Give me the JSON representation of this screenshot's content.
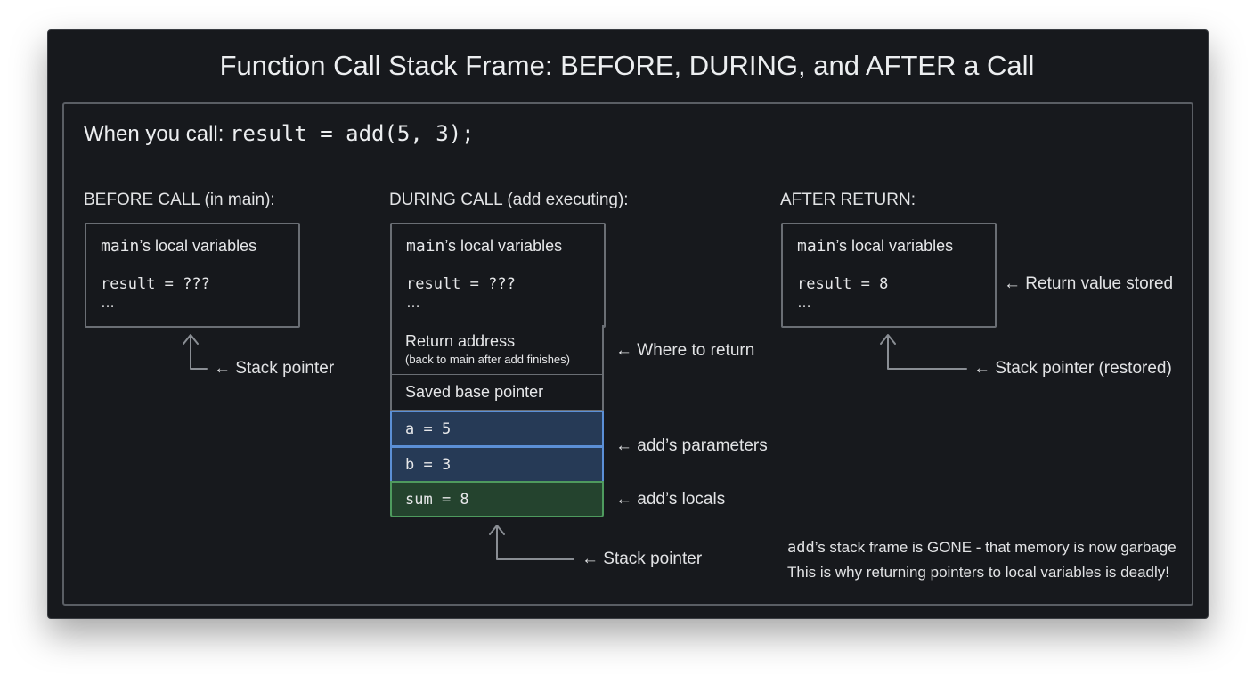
{
  "title": "Function Call Stack Frame: BEFORE, DURING, and AFTER a Call",
  "intro": {
    "prefix": "When you call: ",
    "code": "result = add(5, 3);"
  },
  "before": {
    "heading": "BEFORE CALL (in main):",
    "box": {
      "func": "main",
      "label": "’s local variables",
      "var": "result = ???",
      "ellipsis": "…"
    },
    "pointer_label": "Stack pointer"
  },
  "during": {
    "heading": "DURING CALL (add executing):",
    "box": {
      "func": "main",
      "label": "’s local variables",
      "var": "result = ???",
      "ellipsis": "…"
    },
    "return_address": {
      "title": "Return address",
      "subtitle": "(back to main after add finishes)"
    },
    "saved_base_pointer": "Saved base pointer",
    "param_a": "a = 5",
    "param_b": "b = 3",
    "local_sum": "sum = 8",
    "labels": {
      "where_to_return": "Where to return",
      "params": "add’s parameters",
      "locals": "add’s locals",
      "stack_pointer": "Stack pointer"
    }
  },
  "after": {
    "heading": "AFTER RETURN:",
    "box": {
      "func": "main",
      "label": "’s local variables",
      "var": "result = 8",
      "ellipsis": "…"
    },
    "return_label": "Return value stored",
    "pointer_label": "Stack pointer (restored)"
  },
  "footnote": {
    "func": "add",
    "line1_rest": "’s stack frame is GONE - that memory is now garbage",
    "line2": "This is why returning pointers to local variables is deadly!"
  },
  "colors": {
    "background": "#17191d",
    "param_fill": "#263a56",
    "param_border": "#5b8fd6",
    "local_fill": "#24432e",
    "local_border": "#4e9a5e",
    "line": "#8a8e94"
  },
  "arrow_glyph": "←"
}
